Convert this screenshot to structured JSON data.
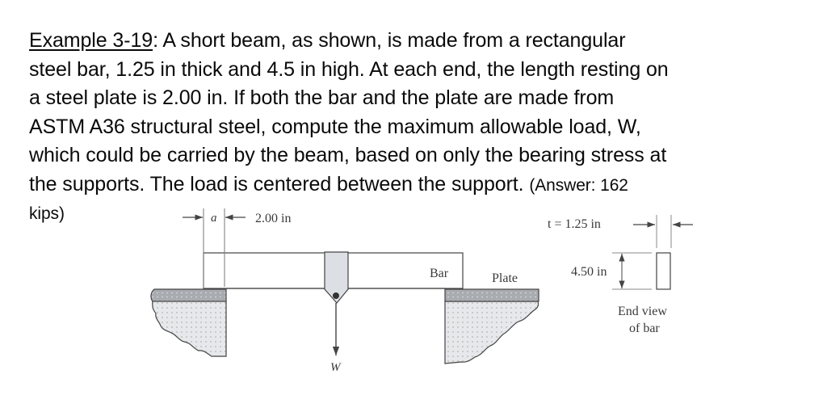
{
  "problem": {
    "heading": "Example 3-19",
    "heading_sep": ":",
    "lines": [
      " A short beam, as shown, is made from a rectangular",
      "steel bar, 1.25 in thick and 4.5 in high. At each end, the length resting on",
      "a steel plate is 2.00 in. If both the bar and the plate are made from",
      "ASTM A36 structural steel, compute the maximum allowable load, W,",
      "which could be carried by the beam, based on only the bearing stress at",
      "the supports. The load is centered between the support. "
    ],
    "answer_open": "(Answer: 162",
    "answer_close": "kips)"
  },
  "figure": {
    "dim_a_label": "a",
    "dim_length_label": "2.00 in",
    "bar_label": "Bar",
    "plate_label": "Plate",
    "load_label": "W",
    "thickness_label": "t = 1.25 in",
    "height_label": "4.50 in",
    "end_view_line1": "End view",
    "end_view_line2": "of bar",
    "colors": {
      "line": "#444444",
      "plate_fill": "#e4e6ea",
      "plate_top_fill": "#a9acb0",
      "load_block_fill": "#dcdfe3"
    }
  }
}
